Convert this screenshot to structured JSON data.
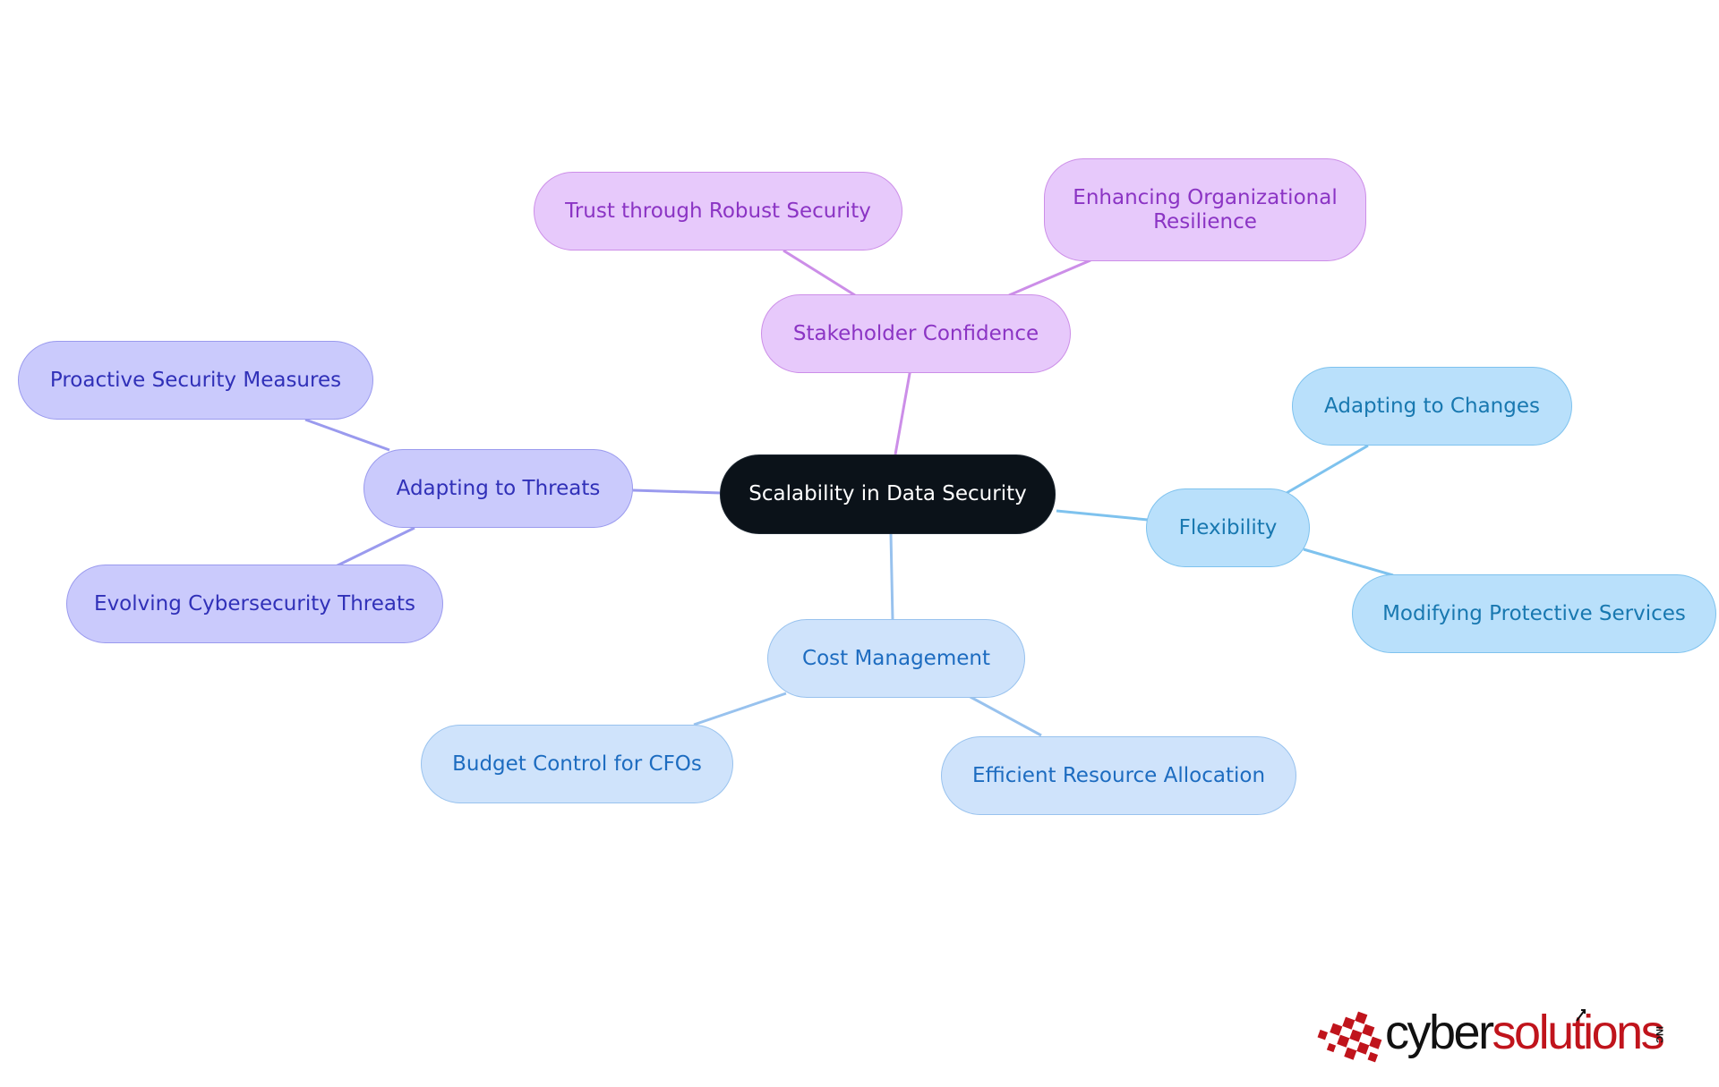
{
  "diagram": {
    "root": {
      "label": "Scalability in Data Security"
    },
    "branches": {
      "stakeholder": {
        "label": "Stakeholder Confidence",
        "color": "#cc8ee8",
        "children": [
          "Trust through Robust Security",
          "Enhancing Organizational Resilience"
        ]
      },
      "threats": {
        "label": "Adapting to Threats",
        "color": "#9a9aee",
        "children": [
          "Proactive Security Measures",
          "Evolving Cybersecurity Threats"
        ]
      },
      "flexibility": {
        "label": "Flexibility",
        "color": "#7ec2ee",
        "children": [
          "Adapting to Changes",
          "Modifying Protective Services"
        ]
      },
      "cost": {
        "label": "Cost Management",
        "color": "#98c2ee",
        "children": [
          "Budget Control for CFOs",
          "Efficient Resource Allocation"
        ]
      }
    }
  },
  "logo": {
    "text_black": "cyber",
    "text_red": "solutions",
    "suffix": "INC",
    "red": "#c0141c",
    "black": "#111111"
  }
}
